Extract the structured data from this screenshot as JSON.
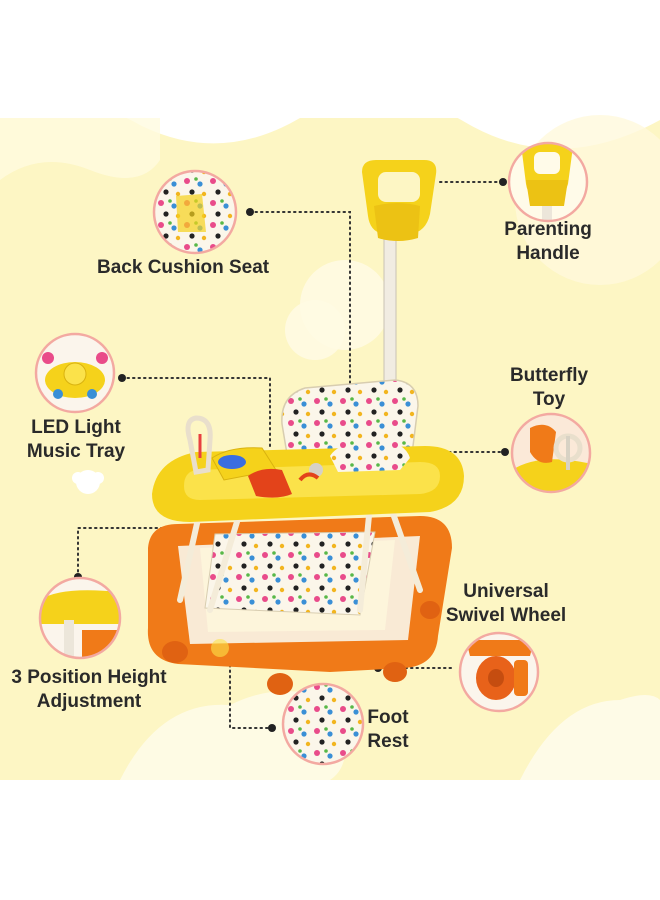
{
  "colors": {
    "background": "#fdf6c4",
    "accent_yellow": "#f5d21b",
    "accent_orange": "#f07a18",
    "circle_border": "#f3a9a1",
    "label_text": "#2a2a2a"
  },
  "features": [
    {
      "id": "back-cushion-seat",
      "lines": [
        "Back Cushion Seat"
      ],
      "icon": "cushion-seat-icon"
    },
    {
      "id": "parenting-handle",
      "lines": [
        "Parenting",
        "Handle"
      ],
      "icon": "handle-icon"
    },
    {
      "id": "led-light-music-tray",
      "lines": [
        "LED Light",
        "Music Tray"
      ],
      "icon": "music-tray-icon"
    },
    {
      "id": "butterfly-toy",
      "lines": [
        "Butterfly",
        "Toy"
      ],
      "icon": "butterfly-toy-icon"
    },
    {
      "id": "universal-swivel-wheel",
      "lines": [
        "Universal",
        "Swivel Wheel"
      ],
      "icon": "swivel-wheel-icon"
    },
    {
      "id": "height-adjustment",
      "lines": [
        "3 Position Height",
        "Adjustment"
      ],
      "icon": "height-adjust-icon"
    },
    {
      "id": "foot-rest",
      "lines": [
        "Foot",
        "Rest"
      ],
      "icon": "foot-rest-icon"
    }
  ]
}
